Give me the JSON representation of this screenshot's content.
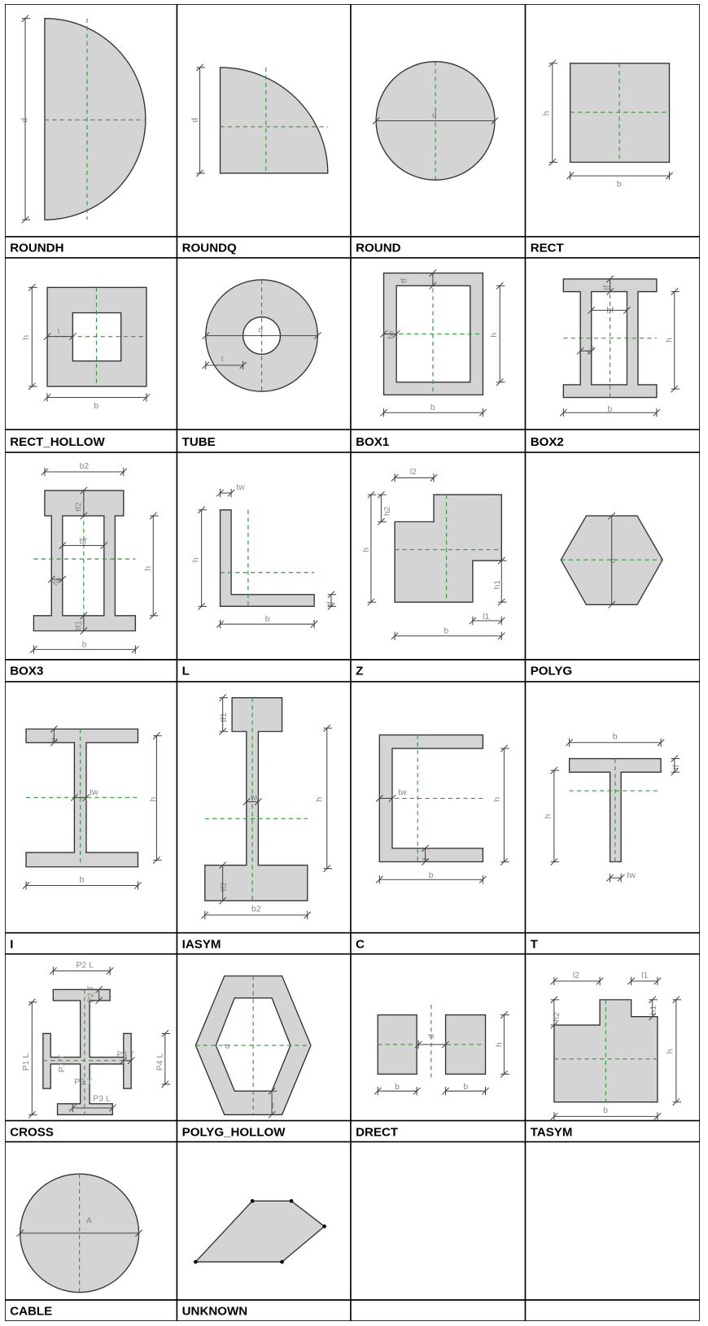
{
  "cells": [
    {
      "name": "ROUNDH",
      "dim_labels": [
        "d"
      ]
    },
    {
      "name": "ROUNDQ",
      "dim_labels": [
        "d"
      ]
    },
    {
      "name": "ROUND",
      "dim_labels": [
        "d"
      ]
    },
    {
      "name": "RECT",
      "dim_labels": [
        "h",
        "b"
      ]
    },
    {
      "name": "RECT_HOLLOW",
      "dim_labels": [
        "h",
        "t",
        "b"
      ]
    },
    {
      "name": "TUBE",
      "dim_labels": [
        "d",
        "t"
      ]
    },
    {
      "name": "BOX1",
      "dim_labels": [
        "tf",
        "tw",
        "h",
        "b"
      ]
    },
    {
      "name": "BOX2",
      "dim_labels": [
        "tf",
        "bf",
        "tw",
        "h",
        "b"
      ]
    },
    {
      "name": "BOX3",
      "dim_labels": [
        "b2",
        "tf2",
        "bf",
        "tw",
        "h",
        "tf1",
        "b"
      ]
    },
    {
      "name": "L",
      "dim_labels": [
        "tw",
        "h",
        "tf",
        "b"
      ]
    },
    {
      "name": "Z",
      "dim_labels": [
        "l2",
        "h2",
        "h",
        "h1",
        "l1",
        "b"
      ]
    },
    {
      "name": "POLYG",
      "dim_labels": [
        "d"
      ]
    },
    {
      "name": "I",
      "dim_labels": [
        "tf",
        "tw",
        "h",
        "b"
      ]
    },
    {
      "name": "IASYM",
      "dim_labels": [
        "tf1",
        "tw",
        "h",
        "tf2",
        "b2"
      ]
    },
    {
      "name": "C",
      "dim_labels": [
        "tw",
        "h",
        "tf",
        "b"
      ]
    },
    {
      "name": "T",
      "dim_labels": [
        "b",
        "tf",
        "h",
        "tw"
      ]
    },
    {
      "name": "CROSS",
      "dim_labels": [
        "P2 L",
        "P2 T",
        "P1 L",
        "P1 T",
        "P4 L",
        "P4 T",
        "P3 T",
        "P3 L"
      ]
    },
    {
      "name": "POLYG_HOLLOW",
      "dim_labels": [
        "d",
        "t"
      ]
    },
    {
      "name": "DRECT",
      "dim_labels": [
        "d",
        "h",
        "b",
        "b"
      ]
    },
    {
      "name": "TASYM",
      "dim_labels": [
        "l2",
        "l1",
        "h2",
        "h1",
        "h",
        "b"
      ]
    },
    {
      "name": "CABLE",
      "dim_labels": [
        "A"
      ]
    },
    {
      "name": "UNKNOWN",
      "dim_labels": []
    },
    {
      "name": "",
      "dim_labels": []
    },
    {
      "name": "",
      "dim_labels": []
    }
  ],
  "colors": {
    "section_fill": "#d4d4d4",
    "axis": "#2f9a36",
    "outline": "#333333",
    "grid": "#000000"
  }
}
